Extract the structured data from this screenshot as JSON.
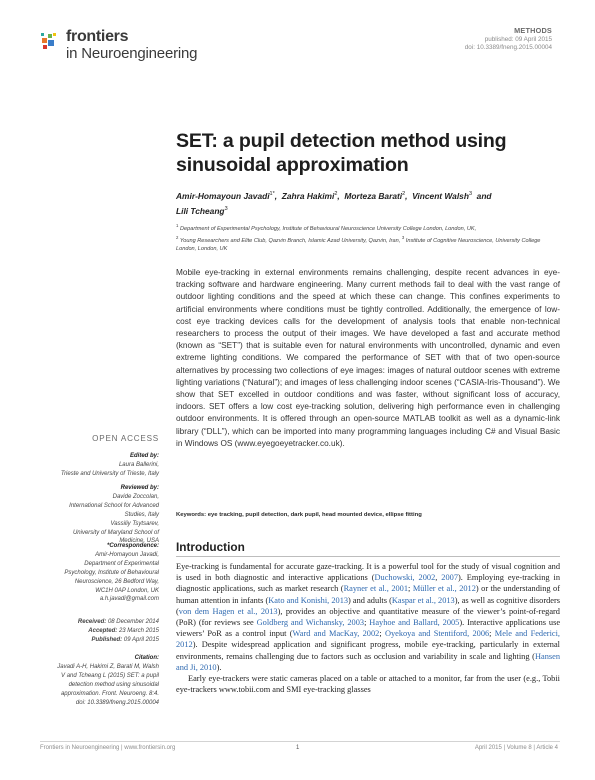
{
  "header": {
    "logo_name": "frontiers",
    "logo_journal": "in Neuroengineering",
    "article_type": "METHODS",
    "published": "published: 09 April 2015",
    "doi": "doi: 10.3389/fneng.2015.00004"
  },
  "title": "SET: a pupil detection method using sinusoidal approximation",
  "authors": [
    {
      "name": "Amir-Homayoun Javadi",
      "sup": "1*"
    },
    {
      "name": "Zahra Hakimi",
      "sup": "2"
    },
    {
      "name": "Morteza Barati",
      "sup": "2"
    },
    {
      "name": "Vincent Walsh",
      "sup": "3"
    },
    {
      "name": "Lili Tcheang",
      "sup": "3"
    }
  ],
  "authors_and": "and",
  "affiliations": [
    {
      "sup": "1",
      "text": "Department of Experimental Psychology, Institute of Behavioural Neuroscience University College London, London, UK,"
    },
    {
      "sup": "2",
      "text": "Young Researchers and Elite Club, Qazvin Branch, Islamic Azad University, Qazvin, Iran,"
    },
    {
      "sup": "3",
      "text": "Institute of Cognitive Neuroscience, University College London, London, UK"
    }
  ],
  "abstract": "Mobile eye-tracking in external environments remains challenging, despite recent advances in eye-tracking software and hardware engineering. Many current methods fail to deal with the vast range of outdoor lighting conditions and the speed at which these can change. This confines experiments to artificial environments where conditions must be tightly controlled. Additionally, the emergence of low-cost eye tracking devices calls for the development of analysis tools that enable non-technical researchers to process the output of their images. We have developed a fast and accurate method (known as “SET”) that is suitable even for natural environments with uncontrolled, dynamic and even extreme lighting conditions. We compared the performance of SET with that of two open-source alternatives by processing two collections of eye images: images of natural outdoor scenes with extreme lighting variations (“Natural”); and images of less challenging indoor scenes (“CASIA-Iris-Thousand”). We show that SET excelled in outdoor conditions and was faster, without significant loss of accuracy, indoors. SET offers a low cost eye-tracking solution, delivering high performance even in challenging outdoor environments. It is offered through an open-source MATLAB toolkit as well as a dynamic-link library (“DLL”), which can be imported into many programming languages including C# and Visual Basic in Windows OS (www.eyegoeyetracker.co.uk).",
  "keywords": "Keywords: eye tracking, pupil detection, dark pupil, head mounted device, ellipse fitting",
  "sidebar": {
    "open_access": "OPEN ACCESS",
    "edited_label": "Edited by:",
    "edited_lines": [
      "Laura Ballerini,",
      "Trieste and University of Trieste, Italy"
    ],
    "reviewed_label": "Reviewed by:",
    "reviewed_lines": [
      "Davide Zoccolan,",
      "International School for Advanced",
      "Studies, Italy",
      "Vassiliy Tsytsarev,",
      "University of Maryland School of",
      "Medicine, USA"
    ],
    "correspondence_label": "*Correspondence:",
    "correspondence_lines": [
      "Amir-Homayoun Javadi,",
      "Department of Experimental",
      "Psychology, Institute of Behavioural",
      "Neuroscience, 26 Bedford Way,",
      "WC1H 0AP London, UK",
      "a.h.javadi@gmail.com"
    ],
    "dates": [
      {
        "label": "Received:",
        "value": "08 December 2014"
      },
      {
        "label": "Accepted:",
        "value": "23 March 2015"
      },
      {
        "label": "Published:",
        "value": "09 April 2015"
      }
    ],
    "citation_label": "Citation:",
    "citation_lines": [
      "Javadi A-H, Hakimi Z, Barati M, Walsh",
      "V and Tcheang L (2015) SET: a pupil",
      "detection method using sinusoidal",
      "approximation. Front. Neuroeng. 8:4.",
      "doi: 10.3389/fneng.2015.00004"
    ]
  },
  "intro": {
    "heading": "Introduction",
    "p1": [
      {
        "t": "Eye-tracking is fundamental for accurate gaze-tracking. It is a powerful tool for the study of visual cognition and is used in both diagnostic and interactive applications ("
      },
      {
        "t": "Duchowski, 2002",
        "c": true
      },
      {
        "t": ", "
      },
      {
        "t": "2007",
        "c": true
      },
      {
        "t": "). Employing eye-tracking in diagnostic applications, such as market research ("
      },
      {
        "t": "Rayner et al., 2001",
        "c": true
      },
      {
        "t": "; "
      },
      {
        "t": "Müller et al., 2012",
        "c": true
      },
      {
        "t": ") or the understanding of human attention in infants ("
      },
      {
        "t": "Kato and Konishi, 2013",
        "c": true
      },
      {
        "t": ") and adults ("
      },
      {
        "t": "Kaspar et al., 2013",
        "c": true
      },
      {
        "t": "), as well as cognitive disorders ("
      },
      {
        "t": "von dem Hagen et al., 2013",
        "c": true
      },
      {
        "t": "), provides an objective and quantitative measure of the viewer’s point-of-regard (PoR) (for reviews see "
      },
      {
        "t": "Goldberg and Wichansky, 2003",
        "c": true
      },
      {
        "t": "; "
      },
      {
        "t": "Hayhoe and Ballard, 2005",
        "c": true
      },
      {
        "t": "). Interactive applications use viewers’ PoR as a control input ("
      },
      {
        "t": "Ward and MacKay, 2002",
        "c": true
      },
      {
        "t": "; "
      },
      {
        "t": "Oyekoya and Stentiford, 2006",
        "c": true
      },
      {
        "t": "; "
      },
      {
        "t": "Mele and Federici, 2012",
        "c": true
      },
      {
        "t": "). Despite widespread application and significant progress, mobile eye-tracking, particularly in external environments, remains challenging due to factors such as occlusion and variability in scale and lighting ("
      },
      {
        "t": "Hansen and Ji, 2010",
        "c": true
      },
      {
        "t": ")."
      }
    ],
    "p2": "Early eye-trackers were static cameras placed on a table or attached to a monitor, far from the user (e.g., Tobii eye-trackers www.tobii.com and SMI eye-tracking glasses"
  },
  "footer": {
    "left": "Frontiers in Neuroengineering | www.frontiersin.org",
    "page": "1",
    "right": "April 2015 | Volume 8 | Article 4"
  },
  "colors": {
    "link": "#2e69b0",
    "logo_orange": "#e7772b",
    "logo_green": "#6ab04c",
    "logo_blue": "#3a7dc9",
    "logo_red": "#d9382e",
    "logo_yellow": "#f1c40f"
  }
}
